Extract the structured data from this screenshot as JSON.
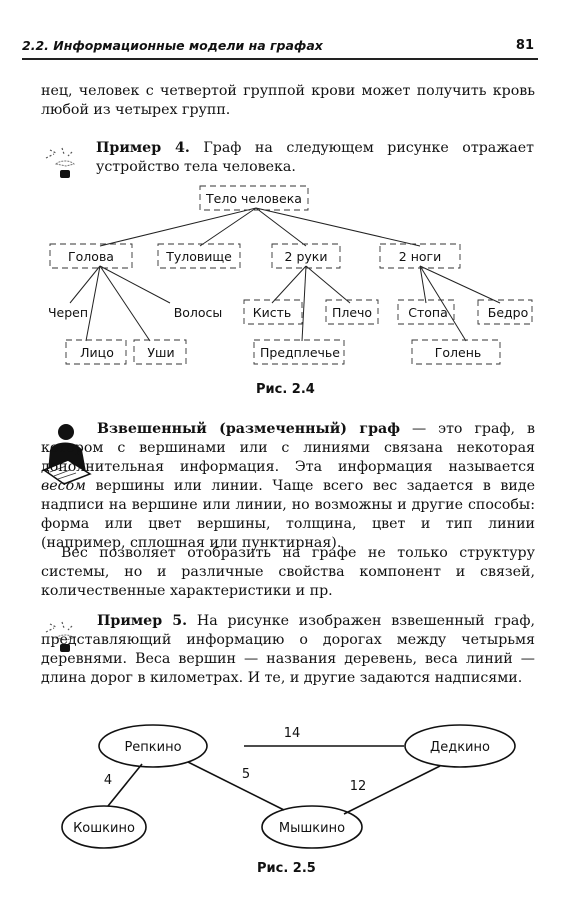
{
  "header": {
    "title": "2.2. Информационные модели на графах",
    "page_number": "81"
  },
  "intro_text": "нец, человек с четвертой группой крови может получить кровь любой из четырех групп.",
  "example4": {
    "label": "Пример 4.",
    "text": "Граф на следующем рисунке отражает устройство тела человека."
  },
  "tree": {
    "root": "Тело человека",
    "level1": [
      "Голова",
      "Туловище",
      "2 руки",
      "2 ноги"
    ],
    "level2": [
      "Череп",
      "Волосы",
      "Кисть",
      "Плечо",
      "Стопа",
      "Бедро"
    ],
    "level3": [
      "Лицо",
      "Уши",
      "Предплечье",
      "Голень"
    ]
  },
  "fig1_caption": "Рис. 2.4",
  "definition": {
    "term": "Взвешенный (размеченный) граф",
    "text1": " — это граф, в котором с вершинами или с линиями связана некоторая дополнительная информация. Эта информация называется ",
    "emph": "весом",
    "text2": " вершины или линии. Чаще всего вес задается в виде надписи на вершине или линии, но возможны и другие способы: форма или цвет вершины, толщина, цвет и тип линии (например, сплошная или пунктирная)."
  },
  "para2": "Вес позволяет отобразить на графе не только структуру системы, но и различные свойства компонент и связей, количественные характеристики и пр.",
  "example5": {
    "label": "Пример 5.",
    "text": "На рисунке изображен взвешенный граф, представляющий информацию о дорогах между четырьмя деревнями. Веса вершин — названия деревень, веса линий — длина дорог в километрах. И те, и другие задаются надписями."
  },
  "graph": {
    "nodes": [
      "Репкино",
      "Дедкино",
      "Кошкино",
      "Мышкино"
    ],
    "edges": [
      {
        "from": "Репкино",
        "to": "Дедкино",
        "weight": "14"
      },
      {
        "from": "Репкино",
        "to": "Кошкино",
        "weight": "4"
      },
      {
        "from": "Репкино",
        "to": "Мышкино",
        "weight": "5"
      },
      {
        "from": "Дедкино",
        "to": "Мышкино",
        "weight": "12"
      }
    ]
  },
  "fig2_caption": "Рис. 2.5",
  "icons": {
    "example": "pointing-hand-icon",
    "definition": "reading-person-icon"
  }
}
